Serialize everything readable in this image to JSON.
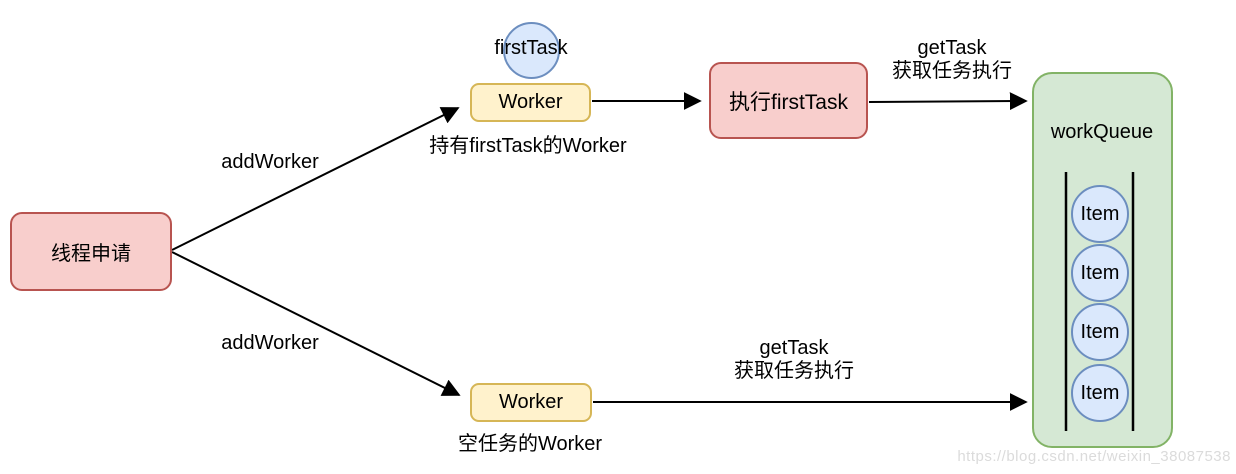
{
  "diagram": {
    "nodes": {
      "thread_request": "线程申请",
      "first_task": "firstTask",
      "worker_top": "Worker",
      "worker_top_caption": "持有firstTask的Worker",
      "exec_first_task": "执行firstTask",
      "work_queue": "workQueue",
      "worker_bottom": "Worker",
      "worker_bottom_caption": "空任务的Worker"
    },
    "queue": {
      "items": [
        "Item",
        "Item",
        "Item",
        "Item"
      ]
    },
    "edges": {
      "add_worker_top": "addWorker",
      "add_worker_bottom": "addWorker",
      "get_task_top": {
        "line1": "getTask",
        "line2": "获取任务执行"
      },
      "get_task_bottom": {
        "line1": "getTask",
        "line2": "获取任务执行"
      }
    },
    "colors": {
      "pink_fill": "#f8cecc",
      "pink_stroke": "#b85450",
      "yellow_fill": "#fff2cc",
      "yellow_stroke": "#d6b656",
      "blue_fill": "#dae8fc",
      "blue_stroke": "#6c8ebf",
      "green_fill": "#d5e8d4",
      "green_stroke": "#82b366",
      "edge": "#000000",
      "watermark": "#dbdbdb"
    },
    "watermark": "https://blog.csdn.net/weixin_38087538"
  }
}
